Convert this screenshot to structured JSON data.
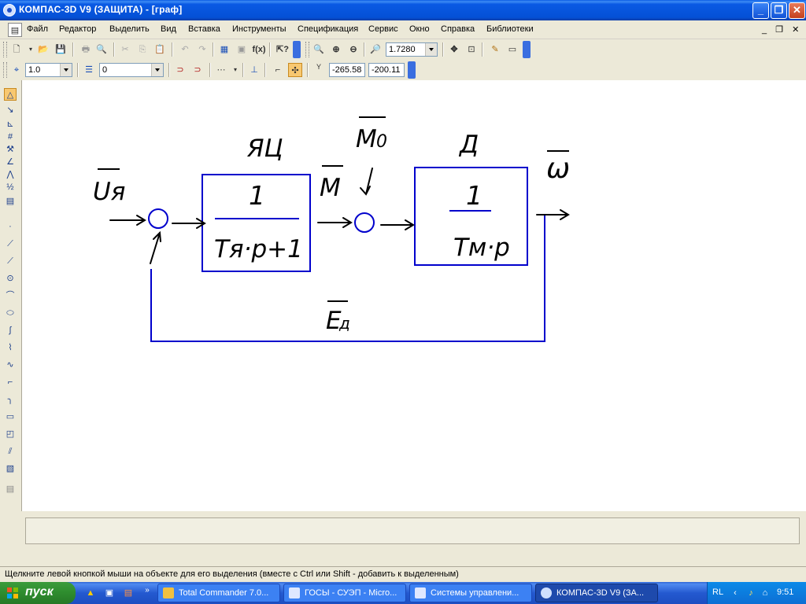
{
  "window": {
    "title": "КОМПАС-3D V9 (ЗАЩИТА) - [граф]",
    "btn_min": "_",
    "btn_max": "❐",
    "btn_close": "✕"
  },
  "menu": {
    "items": [
      "Файл",
      "Редактор",
      "Выделить",
      "Вид",
      "Вставка",
      "Инструменты",
      "Спецификация",
      "Сервис",
      "Окно",
      "Справка",
      "Библиотеки"
    ],
    "right_controls": "_ ❐ ✕"
  },
  "toolbar1": {
    "zoom_value": "1.7280"
  },
  "toolbar2": {
    "line_scale": "1.0",
    "layer": "0",
    "coord_label": "Y",
    "coord_x": "-265.58",
    "coord_y": "-200.11"
  },
  "diagram": {
    "input_label": "Uя",
    "block1_title": "ЯЦ",
    "block1_num": "1",
    "block1_den": "Tя·p+1",
    "m_label": "M",
    "m0_label": "M",
    "m0_sub": "0",
    "block2_title": "Д",
    "block2_num": "1",
    "block2_den": "Tм·p",
    "output_label": "ω",
    "feedback_label": "E",
    "feedback_sub": "д",
    "line_color": "#0000cc"
  },
  "status": {
    "text": "Щелкните левой кнопкой мыши на объекте для его выделения (вместе с Ctrl или Shift - добавить к выделенным)"
  },
  "taskbar": {
    "start_label": "пуск",
    "tasks": [
      {
        "label": "Total Commander 7.0..."
      },
      {
        "label": "ГОСЫ - СУЭП - Micro..."
      },
      {
        "label": "Системы управлени..."
      },
      {
        "label": "КОМПАС-3D V9 (ЗА..."
      }
    ],
    "tray_lang": "RL",
    "time": "9:51"
  }
}
